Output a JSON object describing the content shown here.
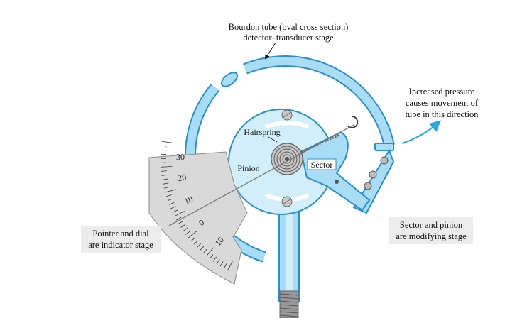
{
  "labels": {
    "bourdon_line1": "Bourdon tube (oval cross section)",
    "bourdon_line2": "detector–transducer stage",
    "pressure_line1": "Increased pressure",
    "pressure_line2": "causes movement of",
    "pressure_line3": "tube in this direction",
    "pointer_line1": "Pointer and dial",
    "pointer_line2": "are indicator stage",
    "sector_line1": "Sector and pinion",
    "sector_line2": "are modifying stage",
    "hairspring": "Hairspring",
    "pinion": "Pinion",
    "sector": "Sector"
  },
  "dial": {
    "scale_labels": [
      "30",
      "20",
      "10",
      "0",
      "10"
    ]
  },
  "colors": {
    "tube_fill": "#a9dcf5",
    "tube_stroke": "#2a8fc7",
    "plate_fill": "#d3eefb",
    "dial_fill": "#d9d9d9",
    "arrow": "#2aa7dd",
    "label_box": "#ececec"
  }
}
